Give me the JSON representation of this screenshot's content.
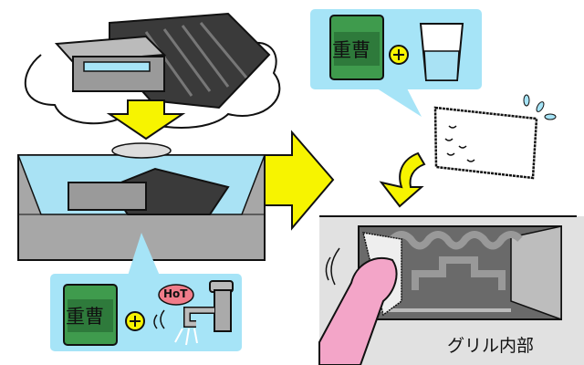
{
  "baking_soda_label": "重曹",
  "hot_label": "HoT",
  "grill_interior_label": "グリル内部",
  "colors": {
    "callout": "#a6e4f7",
    "arrow": "#f7f400",
    "bag": "#3f9b4d",
    "glove": "#f3a5c8",
    "hot_bubble": "#f07c8a",
    "tub": "#a7a7a7",
    "water": "#a9e2f4"
  },
  "icons": [
    "cloud-icon",
    "grill-pan-icon",
    "down-arrow-icon",
    "soak-tub-icon",
    "baking-soda-bag-icon",
    "plus-icon",
    "faucet-icon",
    "right-arrow-icon",
    "water-glass-icon",
    "cloth-icon",
    "curved-arrow-icon",
    "glove-hand-icon",
    "grill-interior-icon"
  ]
}
